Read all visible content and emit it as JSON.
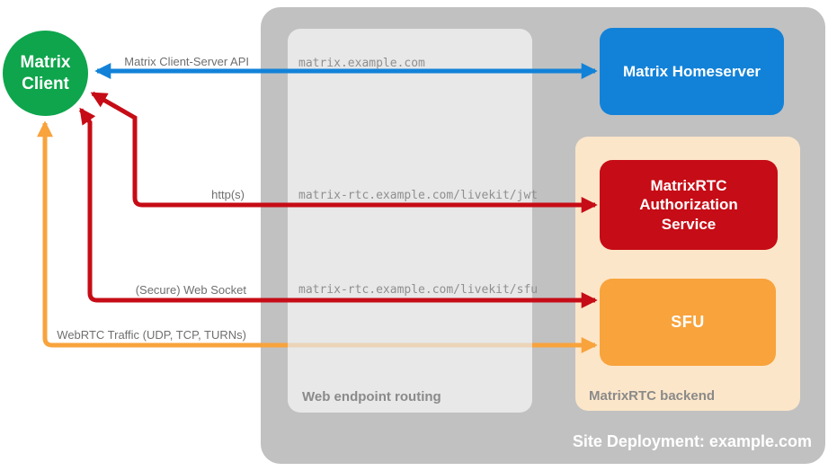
{
  "diagram": {
    "title": "Site Deployment: example.com",
    "client": {
      "label": "Matrix\nClient"
    },
    "containers": {
      "site_deployment": {
        "label": "Site Deployment: example.com"
      },
      "web_endpoint_routing": {
        "label": "Web endpoint routing"
      },
      "matrixrtc_backend": {
        "label": "MatrixRTC backend"
      }
    },
    "nodes": {
      "homeserver": {
        "label": "Matrix Homeserver",
        "color": "#1282d8"
      },
      "auth_service": {
        "label": "MatrixRTC Authorization Service",
        "color": "#c60c16"
      },
      "sfu": {
        "label": "SFU",
        "color": "#f8a33c"
      }
    },
    "arrows": [
      {
        "name": "matrix-client-server-api",
        "label": "Matrix Client-Server API",
        "endpoint": "matrix.example.com",
        "color": "#1282d8",
        "direction": "bidirectional",
        "from": "Matrix Client",
        "to": "Matrix Homeserver"
      },
      {
        "name": "https",
        "label": "http(s)",
        "endpoint": "matrix-rtc.example.com/livekit/jwt",
        "color": "#c60c16",
        "direction": "bidirectional",
        "from": "Matrix Client",
        "to": "MatrixRTC Authorization Service"
      },
      {
        "name": "secure-web-socket",
        "label": "(Secure) Web Socket",
        "endpoint": "matrix-rtc.example.com/livekit/sfu",
        "color": "#c60c16",
        "direction": "bidirectional",
        "from": "Matrix Client",
        "to": "SFU"
      },
      {
        "name": "webrtc-traffic",
        "label": "WebRTC Traffic (UDP, TCP, TURNs)",
        "color": "#f8a33c",
        "direction": "bidirectional",
        "from": "Matrix Client",
        "to": "SFU"
      }
    ],
    "colors": {
      "client_green": "#0ea54c",
      "homeserver_blue": "#1282d8",
      "service_red": "#c60c16",
      "sfu_orange": "#f8a33c",
      "backend_peach": "#fce6c9",
      "site_gray": "#c1c1c1",
      "routing_gray": "#e8e8e8",
      "caption_gray": "#8a8a8a"
    }
  }
}
